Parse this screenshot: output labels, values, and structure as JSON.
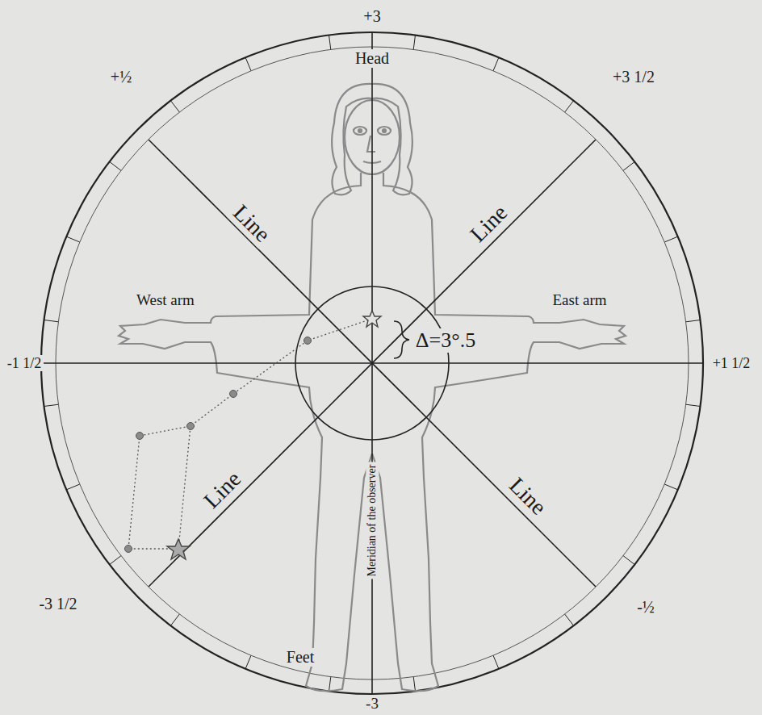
{
  "diagram": {
    "labels": [
      "+3",
      "Head",
      "+½",
      "+3 1/2",
      "Line",
      "Line",
      "West arm",
      "East arm",
      "-1 1/2",
      "+1 1/2",
      "Δ=3°.5",
      "Line",
      "Line",
      "Meridian of the observer",
      "-3 1/2",
      "-½",
      "Feet",
      "-3"
    ]
  }
}
